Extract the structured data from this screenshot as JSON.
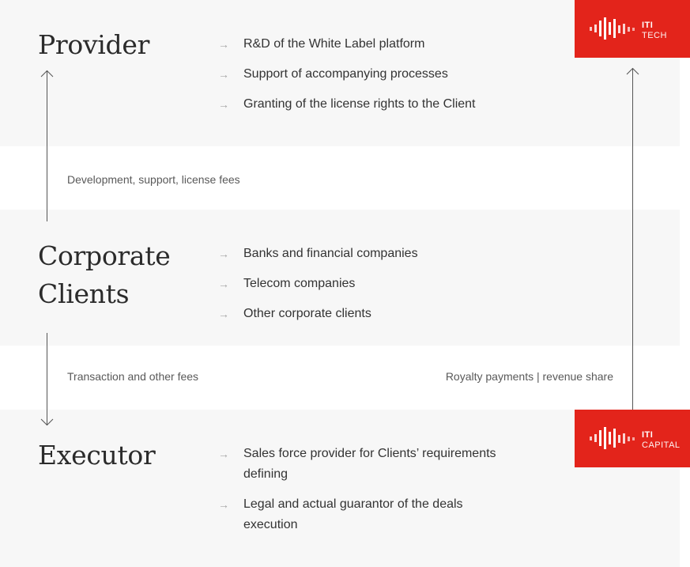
{
  "provider": {
    "title": "Provider",
    "items": [
      "R&D of the White Label platform",
      "Support of accompanying processes",
      "Granting of the license rights to the Client"
    ]
  },
  "clients": {
    "title": "Corporate Clients",
    "items": [
      "Banks and financial companies",
      "Telecom companies",
      "Other corporate clients"
    ]
  },
  "executor": {
    "title": "Executor",
    "items": [
      "Sales force provider for Clients’ requirements defining",
      "Legal and actual guarantor of the deals execution"
    ]
  },
  "flows": {
    "development": "Development, support, license fees",
    "transaction": "Transaction and other fees",
    "royalty": "Royalty payments | revenue share"
  },
  "logos": {
    "tech": {
      "brand": "ITI",
      "sub": "TECH"
    },
    "capital": {
      "brand": "ITI",
      "sub": "CAPITAL"
    }
  },
  "colors": {
    "brand_red": "#e3241b",
    "band": "#f7f7f7",
    "arrow": "#555555"
  },
  "icons": {
    "bullet": "arrow-right-icon",
    "logo_mark": "iti-bars-logo-icon"
  }
}
